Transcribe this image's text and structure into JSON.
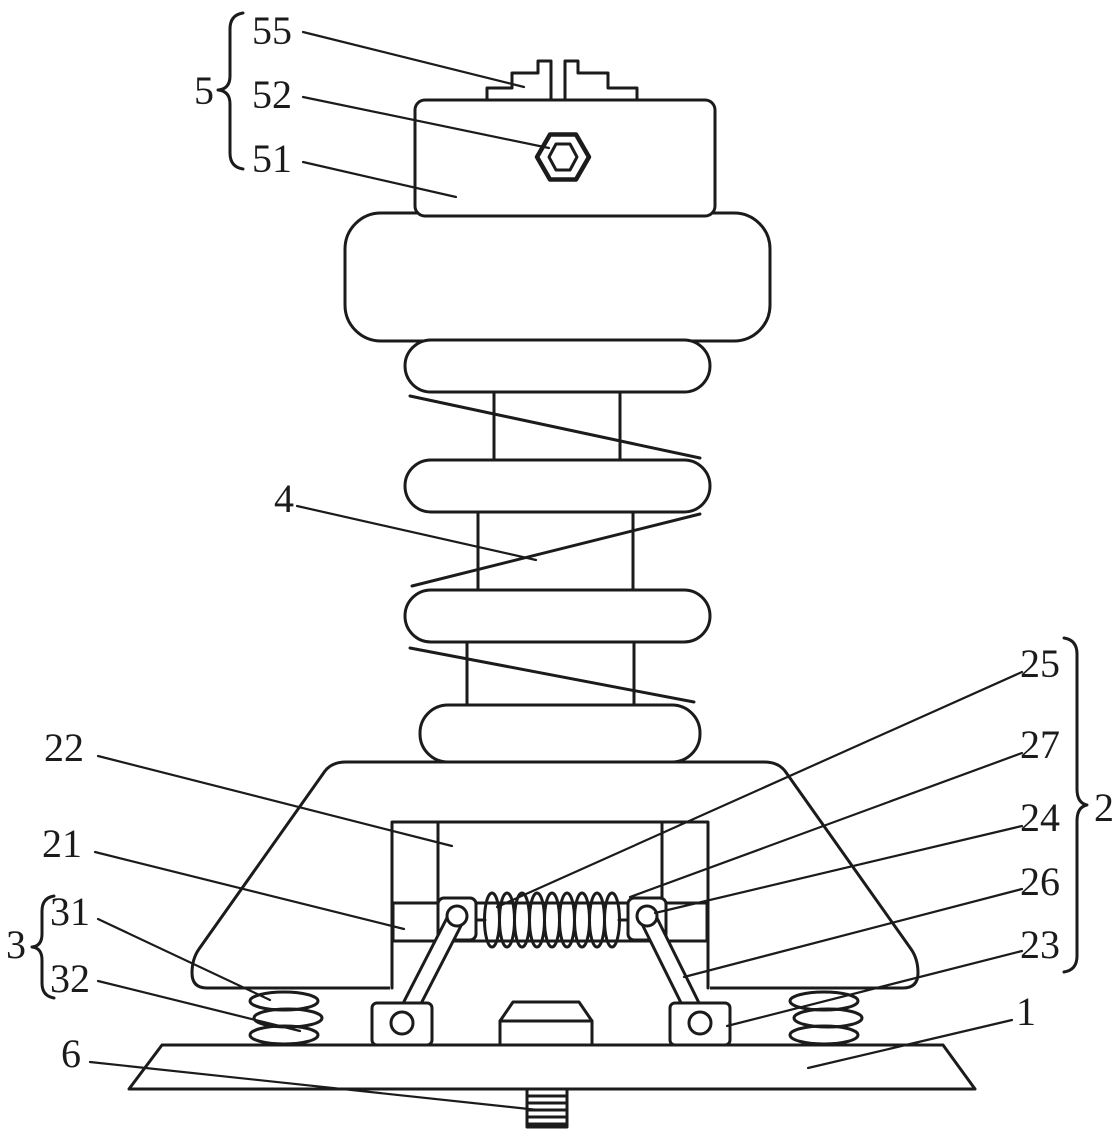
{
  "style": {
    "ink": "#1b1b1b",
    "paper": "#ffffff"
  },
  "figure": {
    "type": "patent-line-drawing",
    "labels": {
      "55": "55",
      "52": "52",
      "51": "51",
      "5": "5",
      "4": "4",
      "22": "22",
      "21": "21",
      "3": "3",
      "31": "31",
      "32": "32",
      "6": "6",
      "25": "25",
      "27": "27",
      "24": "24",
      "26": "26",
      "23": "23",
      "2": "2",
      "1": "1"
    }
  }
}
